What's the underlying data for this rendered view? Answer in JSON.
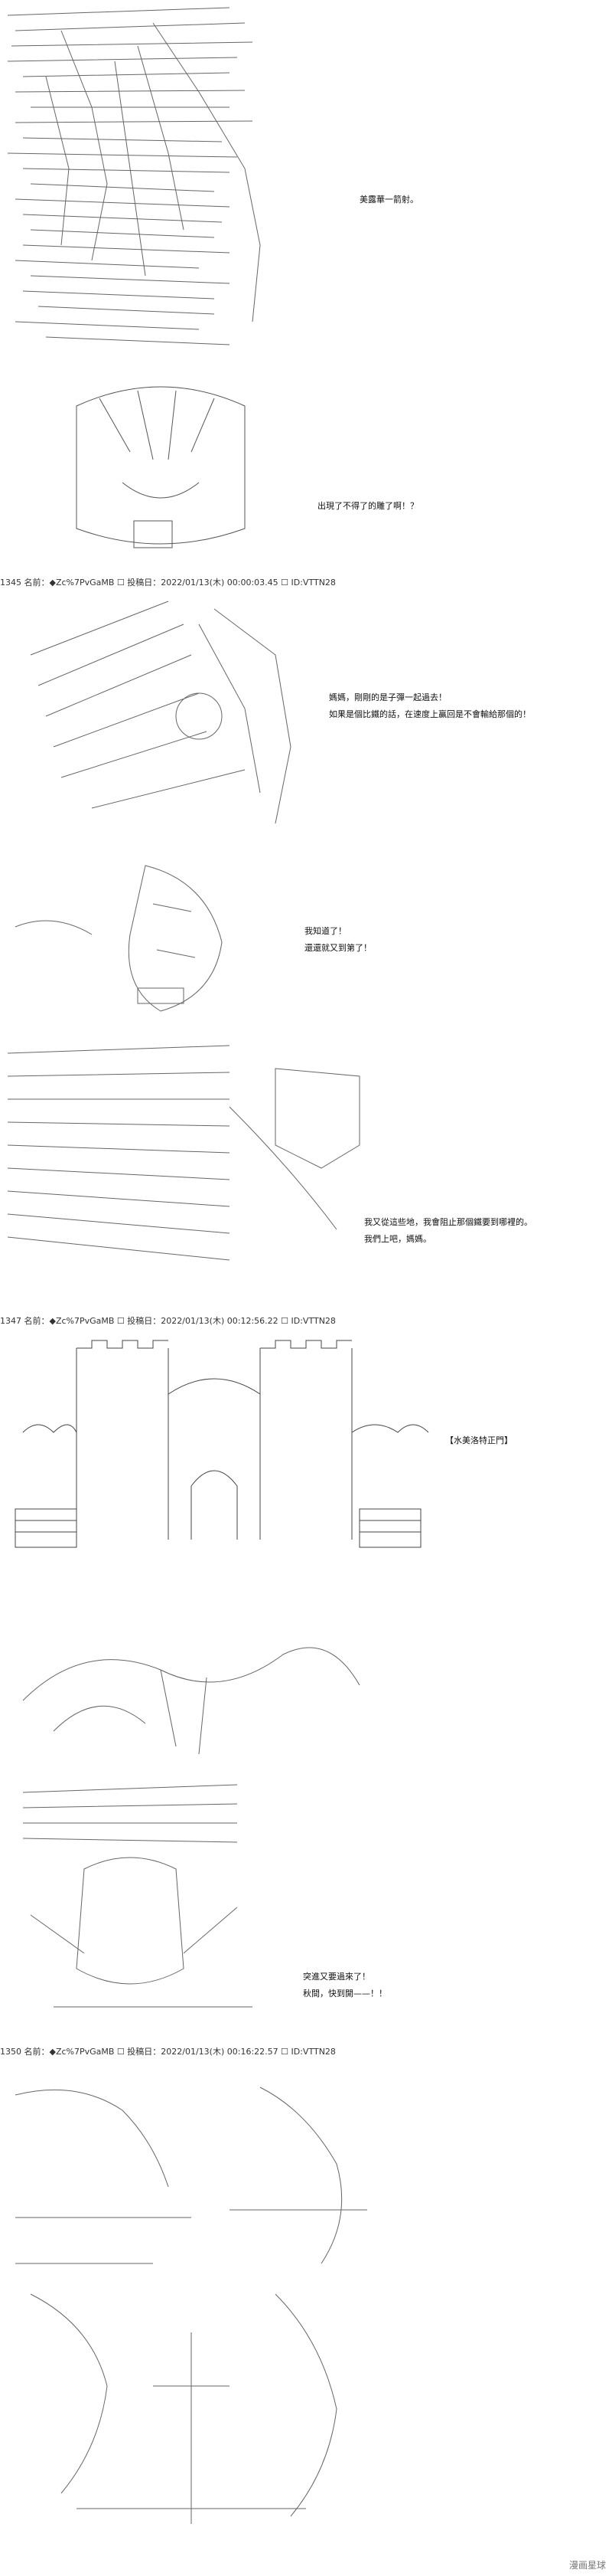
{
  "posts": [
    {
      "header": "1345 名前：◆Zc%7PvGaMB ☐ 投稿日：2022/01/13(木) 00:00:03.45 ☐ ID:VTTN28"
    },
    {
      "header": "1347 名前：◆Zc%7PvGaMB ☐ 投稿日：2022/01/13(木) 00:12:56.22 ☐ ID:VTTN28"
    },
    {
      "header": "1350 名前：◆Zc%7PvGaMB ☐ 投稿日：2022/01/13(木) 00:16:22.57 ☐ ID:VTTN28"
    }
  ],
  "dialogues": [
    {
      "lines": [
        "美露華一箭射。"
      ]
    },
    {
      "lines": [
        "出現了不得了的雕了啊！？"
      ]
    },
    {
      "lines": [
        "媽媽，剛剛的是子彈一起過去！",
        "如果是個比鐵的話，在速度上贏回是不會輸給那個的！"
      ]
    },
    {
      "lines": [
        "我知道了！",
        "還還就又到第了！"
      ]
    },
    {
      "lines": [
        "我又從這些地，我會阻止那個鐵要到哪裡的。",
        "我們上吧，媽媽。"
      ]
    },
    {
      "lines": [
        "【水美洛特正門】"
      ]
    },
    {
      "lines": [
        "突進又要過來了！",
        "秋間，快到開——！！"
      ]
    }
  ],
  "watermark": "漫画星球"
}
